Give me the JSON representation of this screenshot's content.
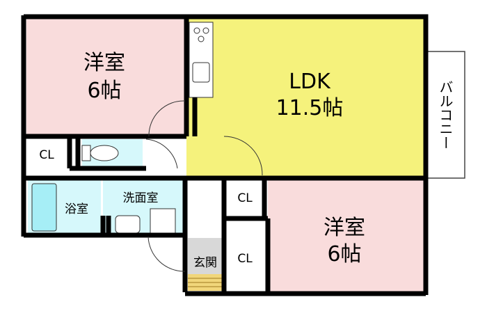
{
  "rooms": {
    "western_room_1": {
      "name": "洋室",
      "size": "6帖"
    },
    "ldk": {
      "name": "LDK",
      "size": "11.5帖"
    },
    "balcony": {
      "name": "バルコニー"
    },
    "closet_left": {
      "name": "CL"
    },
    "bathroom": {
      "name": "浴室"
    },
    "washroom": {
      "name": "洗面室"
    },
    "closet_mid": {
      "name": "CL"
    },
    "closet_lower": {
      "name": "CL"
    },
    "entrance": {
      "name": "玄関"
    },
    "western_room_2": {
      "name": "洋室",
      "size": "6帖"
    }
  },
  "colors": {
    "western": "#f9dcdc",
    "ldk": "#f5f27c",
    "wet": "#d6f8fb",
    "tub": "#a6eef6",
    "entrance": "#d8d8d8",
    "step": "#f1d67a"
  }
}
